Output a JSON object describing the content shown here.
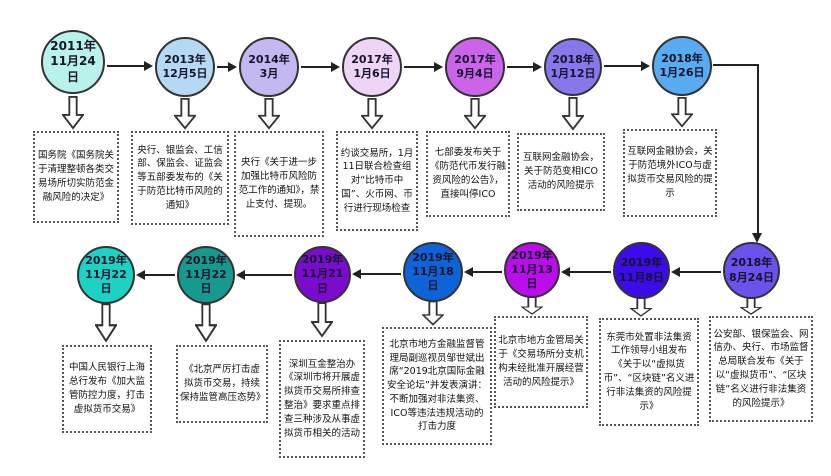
{
  "diagram": {
    "type": "timeline",
    "background_color": "#ffffff",
    "line_color": "#222222",
    "top_row": {
      "flow": "left-to-right",
      "nodes": [
        {
          "date": "2011年\n11月24\n日",
          "color": "#b8f2ea",
          "description": "国务院《国务院关于清理整顿各类交易场所切实防范金融风险的决定》"
        },
        {
          "date": "2013年\n12月5日",
          "color": "#b5d8f3",
          "description": "央行、银监会、工信部、保监会、证监会等五部委发布的《关于防范比特币风险的通知》"
        },
        {
          "date": "2014年\n3月",
          "color": "#c5b7f1",
          "description": "央行《关于进一步加强比特币风险防范工作的通知》，禁止支付、提现。"
        },
        {
          "date": "2017年\n1月6日",
          "color": "#eed4f7",
          "description": "约谈交易所，1月11日联合检查组对“比特币中国”、火币网、币行进行现场检查"
        },
        {
          "date": "2017年\n9月4日",
          "color": "#cb64e9",
          "description": "七部委发布关于《防范代币发行融资风险的公告》，直接叫停ICO"
        },
        {
          "date": "2018年\n1月12日",
          "color": "#8677ea",
          "description": "互联网金融协会，关于防范变相ICO活动的风险提示"
        },
        {
          "date": "2018年\n1月26日",
          "color": "#58aaf1",
          "description": "互联网金融协会，关于防范境外ICO与虚拟货币交易风险的提示"
        }
      ]
    },
    "bottom_row": {
      "flow": "right-to-left",
      "nodes": [
        {
          "date": "2019年\n11月22\n日",
          "color": "#1dd2c5",
          "description": "中国人民银行上海总行发布《加大监管防控力度，打击虚拟货币交易》"
        },
        {
          "date": "2019年\n11月22\n日",
          "color": "#16998f",
          "description": "《北京严厉打击虚拟货币交易，持续保持监管高压态势》"
        },
        {
          "date": "2019年\n11月21\n日",
          "color": "#7b0bce",
          "description": "深圳互金整治办《深圳市将开展虚拟货币交易所排查整治》要求重点排查三种涉及从事虚拟货币相关的活动"
        },
        {
          "date": "2019年\n11月18\n日",
          "color": "#0e63d8",
          "description": "北京市地方金融监督管理局副巡视员邹世斌出席“2019北京国际金融安全论坛”并发表演讲：不断加强对非法集资、ICO等违法违规活动的打击力度"
        },
        {
          "date": "2019年\n11月13\n日",
          "color": "#bb0deb",
          "description": "北京市地方金管局关于《交易场所分支机构未经批准开展经营活动的风险提示》"
        },
        {
          "date": "2019年\n11月8日",
          "color": "#3b0ce9",
          "description": "东莞市处置非法集资工作领导小组发布《关于以“虚拟货币”、“区块链”名义进行非法集资的风险提示》"
        },
        {
          "date": "2018年\n8月24日",
          "color": "#6b52ec",
          "description": "公安部、银保监会、网信办、央行、市场监督总局联合发布《关于以“虚拟货币”、“区块链”名义进行非法集资的风险提示》"
        }
      ]
    }
  }
}
